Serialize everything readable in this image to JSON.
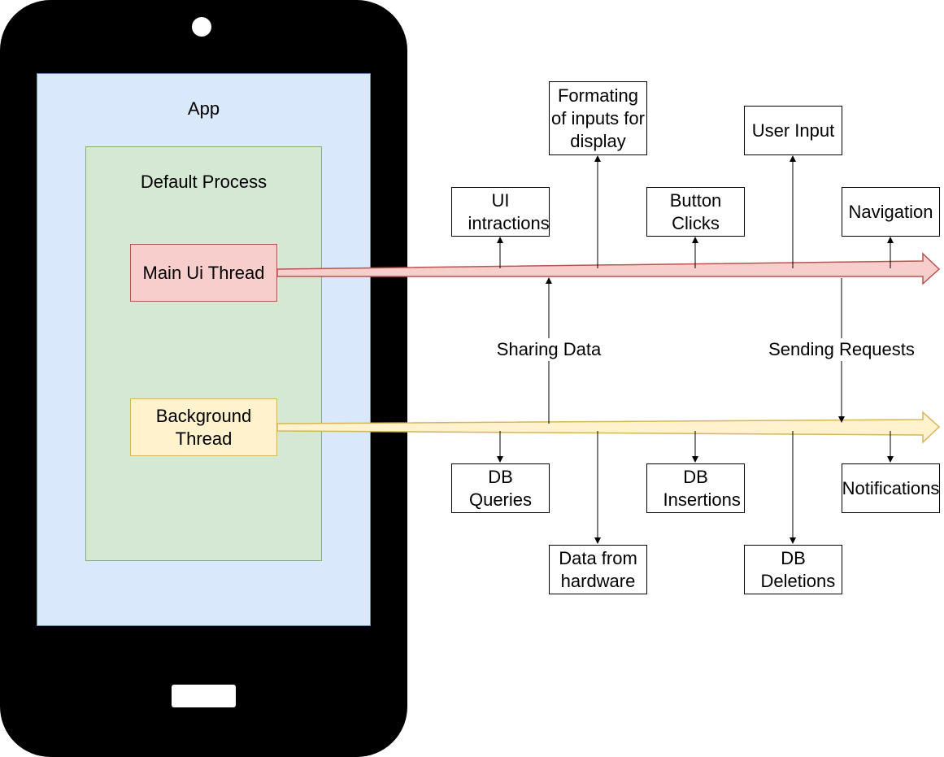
{
  "phone": {
    "app_label": "App",
    "process_label": "Default Process",
    "main_thread_label": "Main Ui Thread",
    "background_thread_label": "Background Thread"
  },
  "main_thread_tasks": {
    "ui_interactions": "UI intractions",
    "formatting": "Formating of inputs for display",
    "button_clicks": "Button Clicks",
    "user_input": "User Input",
    "navigation": "Navigation"
  },
  "background_thread_tasks": {
    "db_queries": "DB Queries",
    "data_from_hardware": "Data from hardware",
    "db_insertions": "DB Insertions",
    "db_deletions": "DB Deletions",
    "notifications": "Notifications"
  },
  "connectors": {
    "sharing_data": "Sharing Data",
    "sending_requests": "Sending Requests"
  },
  "colors": {
    "screen_fill": "#dae8fc",
    "process_fill": "#d5e8d4",
    "main_thread_fill": "#f8cecc",
    "main_thread_stroke": "#b85450",
    "background_thread_fill": "#fff2cc",
    "background_thread_stroke": "#d6b656"
  }
}
